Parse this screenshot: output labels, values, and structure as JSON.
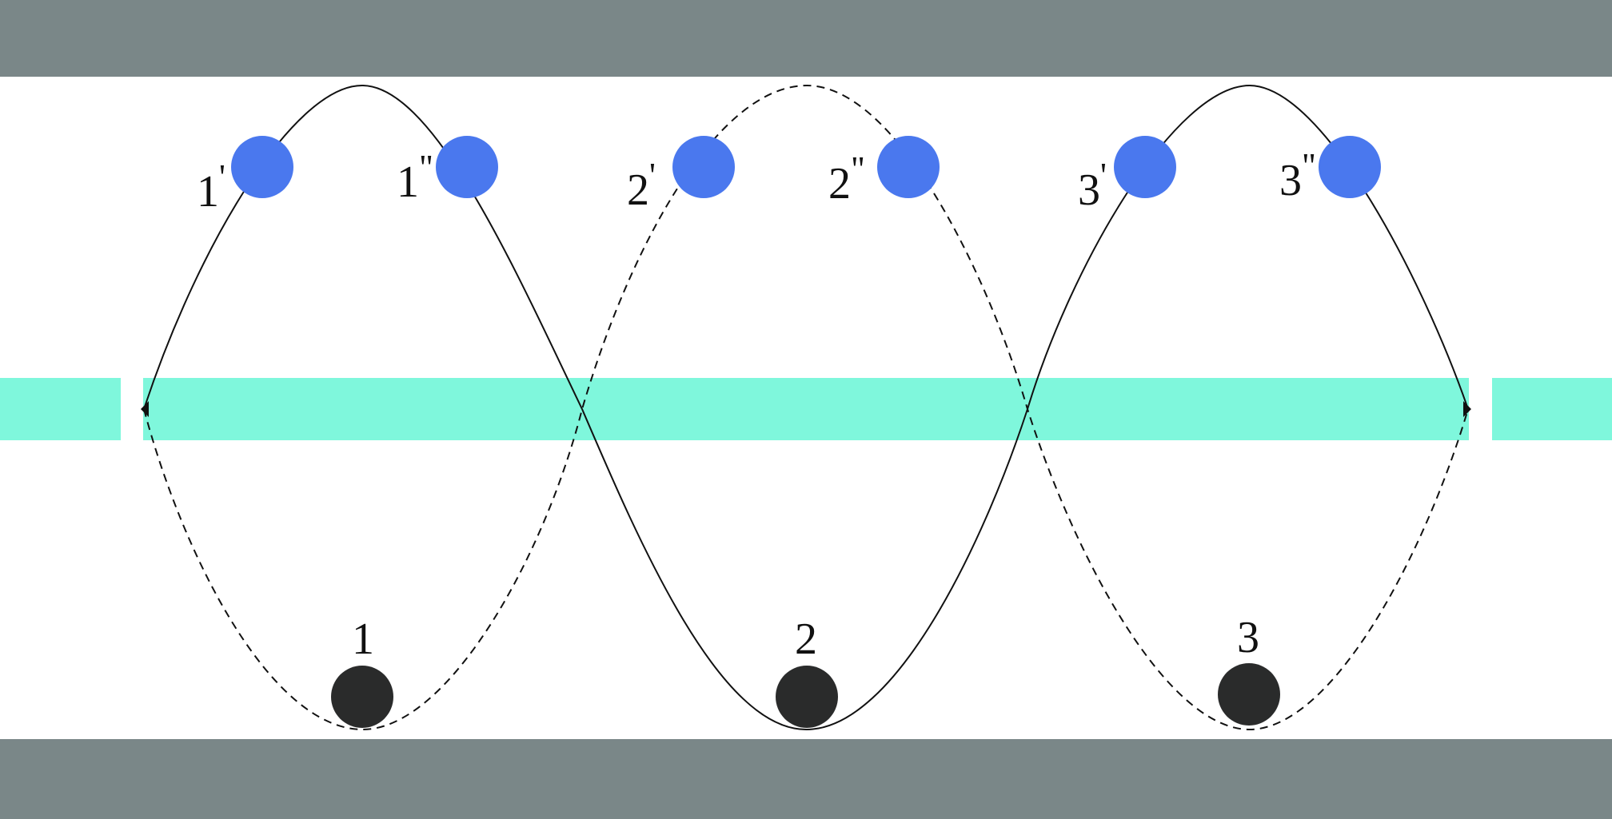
{
  "colors": {
    "wall": "#7a8788",
    "band": "#7ff7dc",
    "blue_atom": "#4a78ee",
    "black_atom": "#2a2b2b",
    "curve": "#111111"
  },
  "atoms_bottom": [
    {
      "label": "1"
    },
    {
      "label": "2"
    },
    {
      "label": "3"
    }
  ],
  "atoms_top": [
    {
      "label": "1",
      "prime": "'"
    },
    {
      "label": "1",
      "prime": "\""
    },
    {
      "label": "2",
      "prime": "'"
    },
    {
      "label": "2",
      "prime": "\""
    },
    {
      "label": "3",
      "prime": "'"
    },
    {
      "label": "3",
      "prime": "\""
    }
  ],
  "curves": [
    {
      "style": "solid"
    },
    {
      "style": "dashed"
    }
  ]
}
